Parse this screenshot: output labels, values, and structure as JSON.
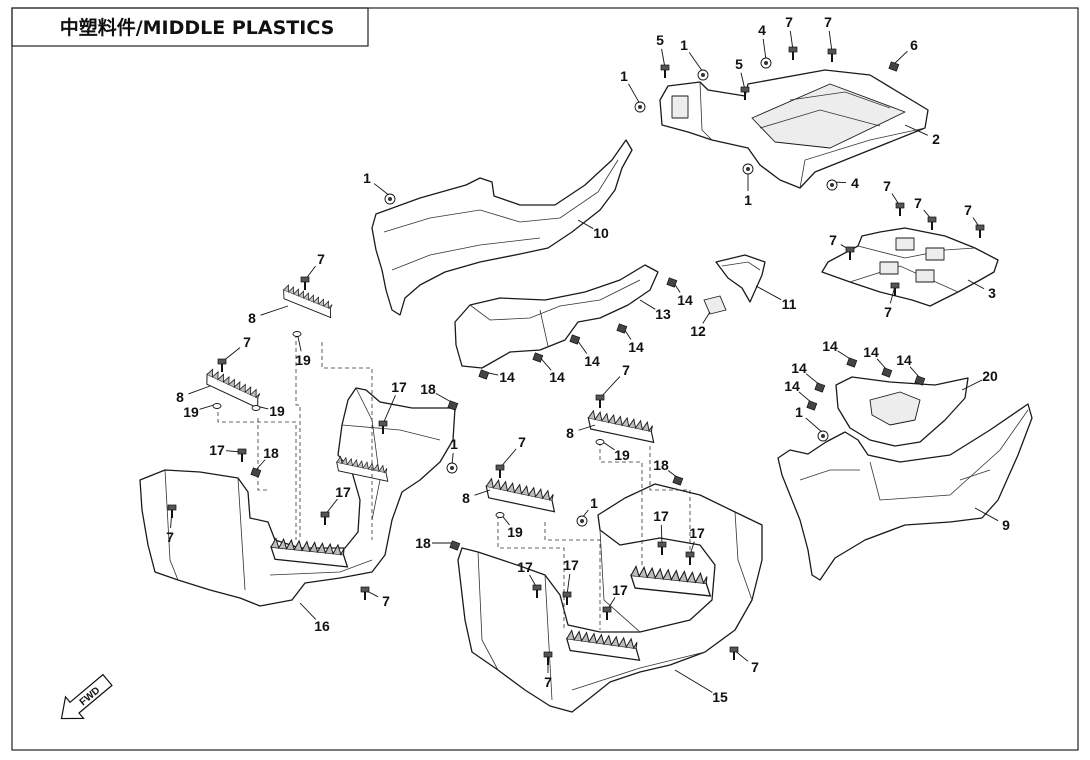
{
  "title": "中塑料件/MIDDLE PLASTICS",
  "fwd_label": "FWD",
  "callouts": [
    "5",
    "1",
    "4",
    "7",
    "7",
    "6",
    "1",
    "5",
    "2",
    "1",
    "4",
    "7",
    "7",
    "7",
    "7",
    "3",
    "7",
    "1",
    "10",
    "14",
    "11",
    "13",
    "12",
    "14",
    "14",
    "14",
    "14",
    "7",
    "8",
    "19",
    "7",
    "8",
    "19",
    "19",
    "17",
    "18",
    "1",
    "17",
    "18",
    "17",
    "7",
    "7",
    "16",
    "14",
    "14",
    "14",
    "20",
    "14",
    "14",
    "1",
    "9",
    "7",
    "8",
    "19",
    "7",
    "18",
    "8",
    "1",
    "19",
    "17",
    "17",
    "18",
    "17",
    "17",
    "17",
    "7",
    "7",
    "15"
  ]
}
